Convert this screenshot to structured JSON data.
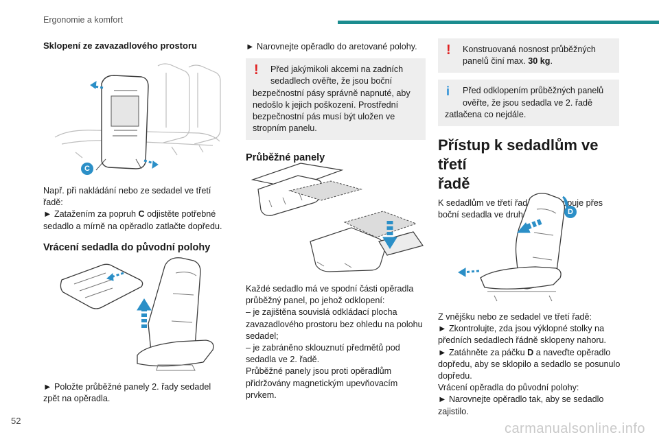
{
  "header": {
    "section_title": "Ergonomie a komfort",
    "accent_color": "#1b8c8f"
  },
  "footer": {
    "page_number": "52",
    "watermark": "carmanualsonline.info"
  },
  "col1": {
    "heading1": "Sklopení ze zavazadlového prostoru",
    "callout_c": "C",
    "para1_line1": "Např. při nakládání nebo ze sedadel ve třetí",
    "para1_line2": "řadě:",
    "para1_step_prefix": "► Zatažením za popruh ",
    "para1_step_bold": "C",
    "para1_step_suffix": " odjistěte potřebné",
    "para1_step_line2": "sedadlo a mírně na opěradlo zatlačte dopředu.",
    "heading2": "Vrácení sedadla do původní polohy",
    "para2_line1": "► Položte průběžné panely 2. řady sedadel",
    "para2_line2": "zpět na opěradla."
  },
  "col2": {
    "step_line": "► Narovnejte opěradlo do aretované polohy.",
    "warning_lines": [
      "Před jakýmikoli akcemi na zadních",
      "sedadlech ověřte, že jsou boční",
      "bezpečnostní pásy správně napnuté, aby",
      "nedošlo k jejich poškození. Prostřední",
      "bezpečnostní pás musí být uložen ve",
      "stropním panelu."
    ],
    "heading": "Průběžné panely",
    "body_lines": [
      "Každé sedadlo má ve spodní části opěradla",
      "průběžný panel, po jehož odklopení:",
      "– je zajištěna souvislá odkládací plocha",
      "zavazadlového prostoru bez ohledu na polohu",
      "sedadel;",
      "– je zabráněno sklouznutí předmětů pod",
      "sedadla ve 2. řadě.",
      "Průběžné panely jsou proti opěradlům",
      "přidržovány magnetickým upevňovacím prvkem."
    ]
  },
  "col3": {
    "warning_line1": "Konstruovaná nosnost průběžných",
    "warning_line2_prefix": "panelů činí max. ",
    "warning_line2_bold": "30 kg",
    "warning_line2_suffix": ".",
    "info_lines": [
      "Před odklopením průběžných panelů",
      "ověřte, že jsou sedadla ve 2. řadě",
      "zatlačena co nejdále."
    ],
    "heading_line1": "Přístup k sedadlům ve třetí",
    "heading_line2": "řadě",
    "intro_line1": "K sedadlům ve třetí řadě se přistupuje přes",
    "intro_line2": "boční sedadla ve druhé řadě.",
    "callout_d": "D",
    "lines": [
      "Z vnějšku nebo ze sedadel ve třetí řadě:",
      "► Zkontrolujte, zda jsou výklopné stolky na",
      "předních sedadlech řádně sklopeny nahoru."
    ],
    "step_prefix": "► Zatáhněte za páčku ",
    "step_bold": "D",
    "step_suffix": " a naveďte opěradlo",
    "lines2": [
      "dopředu, aby se sklopilo a sedadlo se posunulo",
      "dopředu.",
      "Vrácení opěradla do původní polohy:",
      "► Narovnejte opěradlo tak, aby se sedadlo",
      "zajistilo."
    ]
  }
}
